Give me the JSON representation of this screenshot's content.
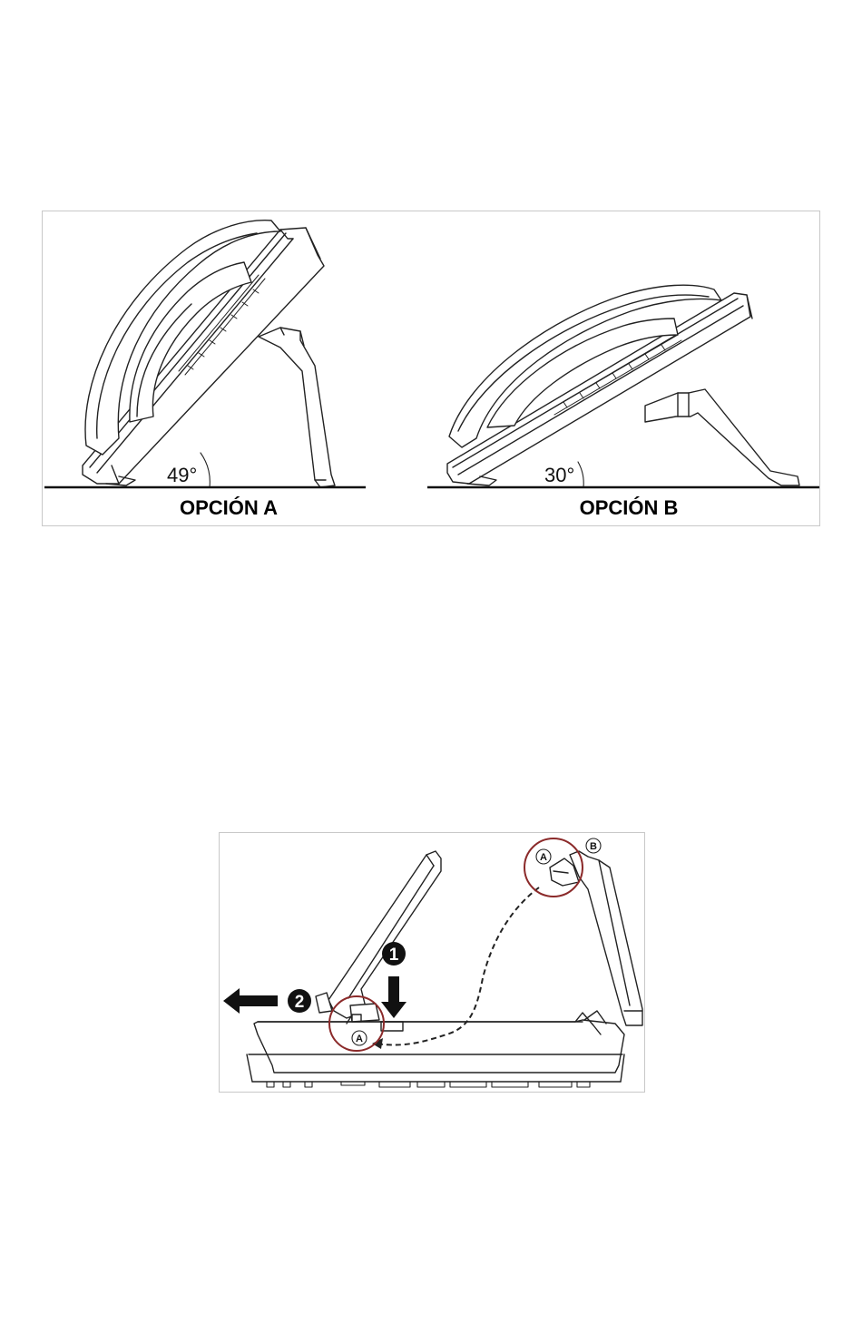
{
  "figure_stand_options": {
    "option_a": {
      "angle_label": "49°",
      "caption": "OPCIÓN A"
    },
    "option_b": {
      "angle_label": "30°",
      "caption": "OPCIÓN B"
    }
  },
  "figure_stand_removal": {
    "steps": [
      "1",
      "2"
    ],
    "callouts": {
      "clip_a": "A",
      "clip_a_detached": "A",
      "clip_b": "B"
    },
    "colors": {
      "callout_circle": "#8b2a2a",
      "line": "#222222"
    }
  }
}
